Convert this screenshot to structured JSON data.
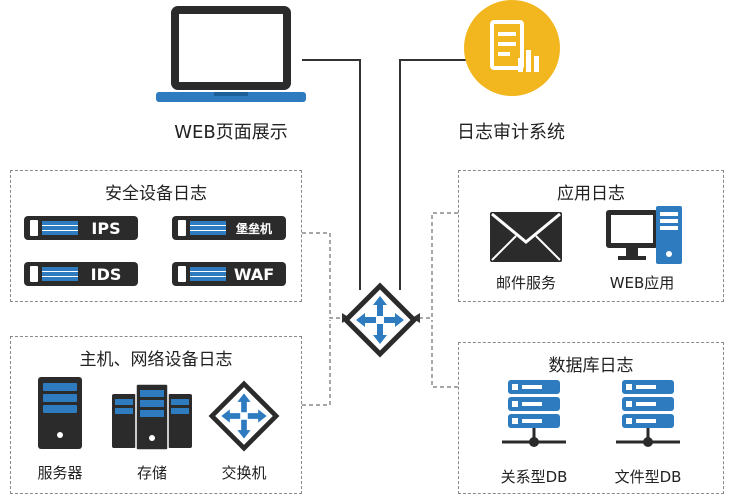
{
  "top": {
    "web_display_label": "WEB页面展示",
    "log_audit_label": "日志审计系统"
  },
  "security_logs": {
    "title": "安全设备日志",
    "devices": [
      {
        "label": "IPS"
      },
      {
        "label": "堡垒机"
      },
      {
        "label": "IDS"
      },
      {
        "label": "WAF"
      }
    ]
  },
  "host_network_logs": {
    "title": "主机、网络设备日志",
    "items": [
      {
        "label": "服务器",
        "icon": "server-icon"
      },
      {
        "label": "存储",
        "icon": "storage-icon"
      },
      {
        "label": "交换机",
        "icon": "switch-icon"
      }
    ]
  },
  "app_logs": {
    "title": "应用日志",
    "items": [
      {
        "label": "邮件服务",
        "icon": "mail-icon"
      },
      {
        "label": "WEB应用",
        "icon": "desktop-icon"
      }
    ]
  },
  "db_logs": {
    "title": "数据库日志",
    "items": [
      {
        "label": "关系型DB",
        "icon": "database-icon"
      },
      {
        "label": "文件型DB",
        "icon": "database-icon"
      }
    ]
  },
  "colors": {
    "accent_blue": "#2e7bc0",
    "dark": "#2b2b2b",
    "yellow": "#f2b71f",
    "line": "#333333",
    "dashed": "#8a8a8a"
  }
}
